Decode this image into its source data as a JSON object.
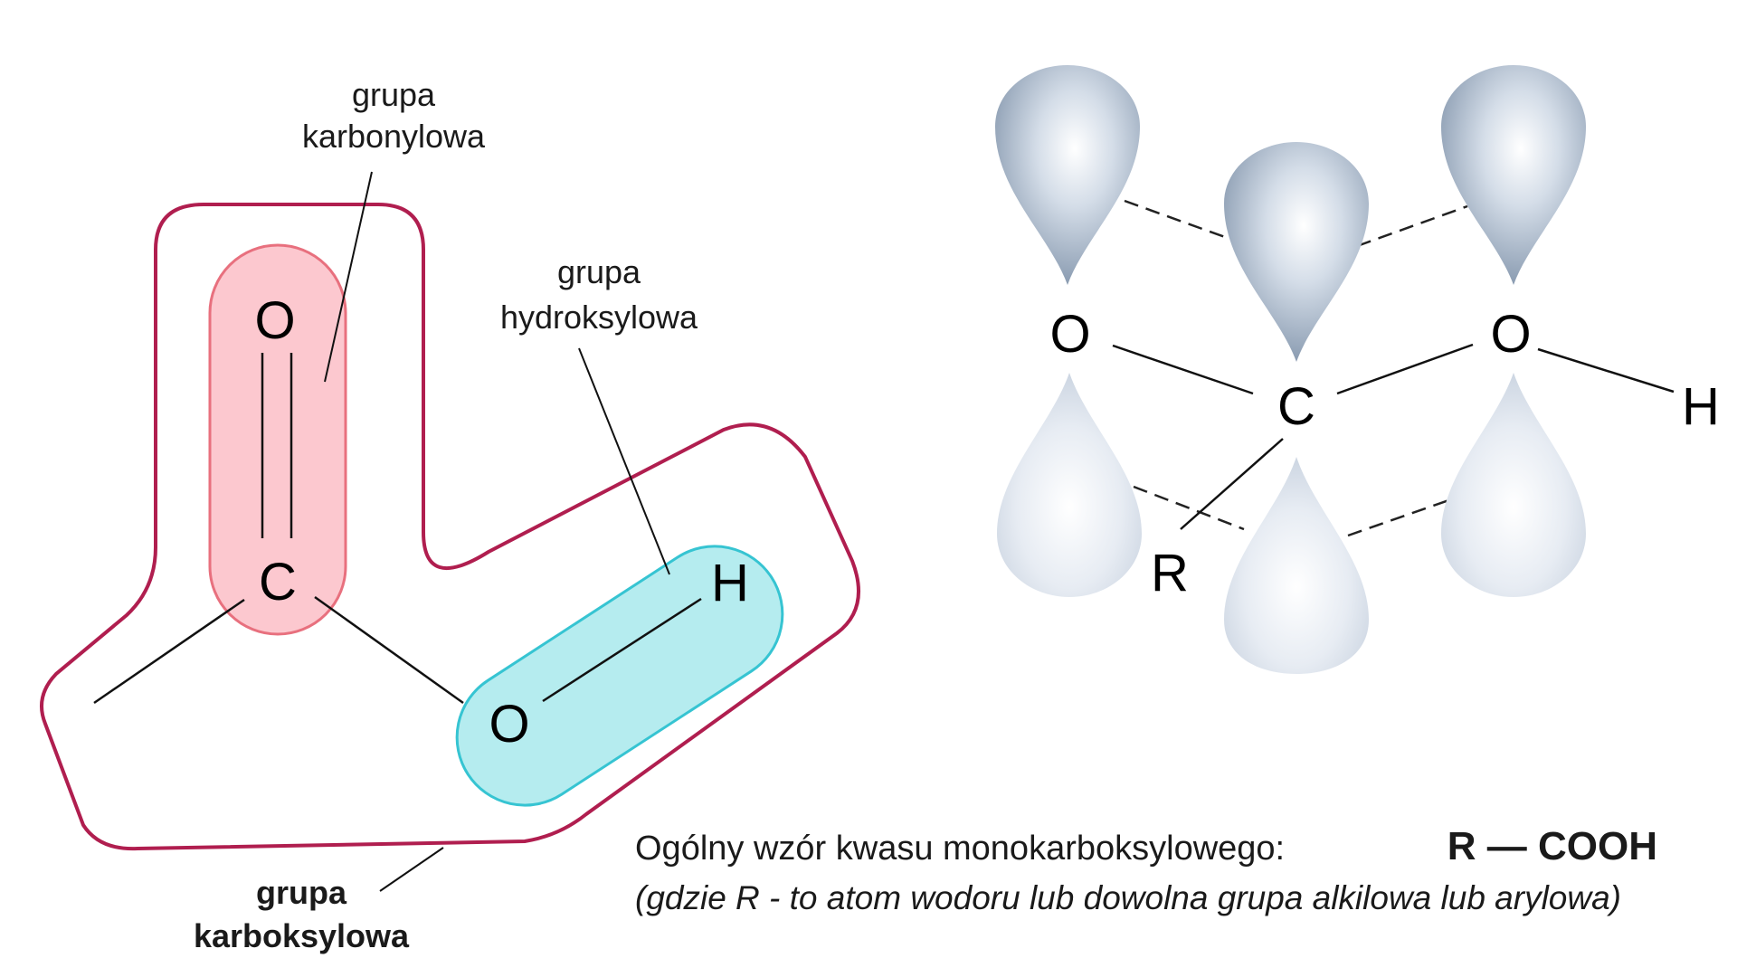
{
  "labels": {
    "carbonyl_line1": "grupa",
    "carbonyl_line2": "karbonylowa",
    "hydroxyl_line1": "grupa",
    "hydroxyl_line2": "hydroksylowa",
    "carboxyl_line1": "grupa",
    "carboxyl_line2": "karboksylowa"
  },
  "left_molecule": {
    "atom_o_top": "O",
    "atom_c": "C",
    "atom_o_bottom": "O",
    "atom_h": "H"
  },
  "orbital_model": {
    "atom_o_left": "O",
    "atom_c": "C",
    "atom_o_right": "O",
    "atom_h": "H",
    "atom_r": "R"
  },
  "formula": {
    "caption": "Ogólny wzór kwasu monokarboksylowego:",
    "expression": "R — COOH",
    "note": "(gdzie R - to atom wodoru lub dowolna grupa alkilowa lub arylowa)"
  },
  "colors": {
    "carboxyl_outline": "#b01e4f",
    "carbonyl_fill": "#fcc8cf",
    "carbonyl_stroke": "#e8707e",
    "hydroxyl_fill": "#b5ecef",
    "hydroxyl_stroke": "#36c4d2"
  }
}
